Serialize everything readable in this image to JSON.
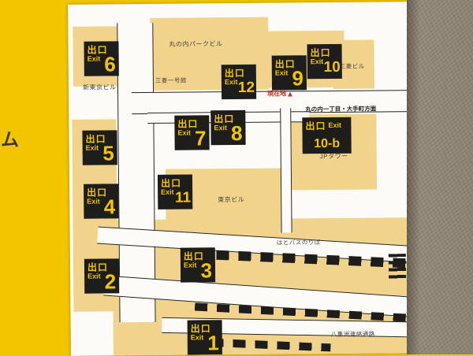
{
  "sign": {
    "partial_text_left": "ム"
  },
  "map": {
    "exits": [
      {
        "kanji": "出口",
        "en": "Exit",
        "num": "6"
      },
      {
        "kanji": "出口",
        "en": "Exit",
        "num": "12"
      },
      {
        "kanji": "出口",
        "en": "Exit",
        "num": "9"
      },
      {
        "kanji": "出口",
        "en": "Exit",
        "num": "10"
      },
      {
        "kanji": "出口",
        "en": "Exit",
        "num": "5"
      },
      {
        "kanji": "出口",
        "en": "Exit",
        "num": "7"
      },
      {
        "kanji": "出口",
        "en": "Exit",
        "num": "8"
      },
      {
        "kanji": "出口",
        "en": "Exit",
        "num": "10-b"
      },
      {
        "kanji": "出口",
        "en": "Exit",
        "num": "4"
      },
      {
        "kanji": "出口",
        "en": "Exit",
        "num": "11"
      },
      {
        "kanji": "出口",
        "en": "Exit",
        "num": "2"
      },
      {
        "kanji": "出口",
        "en": "Exit",
        "num": "3"
      },
      {
        "kanji": "出口",
        "en": "Exit",
        "num": "1"
      }
    ],
    "labels": {
      "shin_tokyo_bldg": "新東京ビル",
      "marunouchi_park_bldg": "丸の内パークビル",
      "mitsubishi_ichigokan": "三菱一号館",
      "mitsubishi_bldg": "三菱ビル",
      "jp_tower": "JPタワー",
      "tokyo_bldg": "東京ビル",
      "hato_bus": "はとバスのりば",
      "yaesu_passage": "八重洲連絡通路",
      "direction": "丸の内一丁目・大手町方面",
      "you_are_here": "現在地",
      "you_are_here_mark": "▲"
    },
    "colors": {
      "sign_yellow": "#f2c500",
      "building_tan": "#f2d38b",
      "marker_black": "#1d1d1b",
      "marker_text_yellow": "#f5c400",
      "current_location_red": "#cf3026"
    }
  }
}
